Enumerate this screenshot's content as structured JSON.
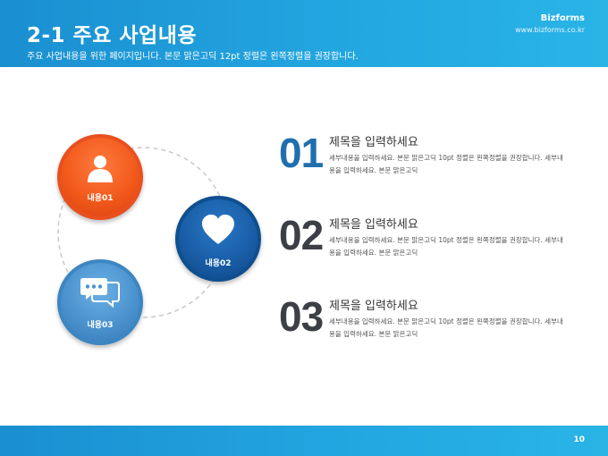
{
  "header": {
    "title": "2-1 주요 사업내용",
    "subtitle": "주요 사업내용을 위한 페이지입니다. 본문 맑은고딕 12pt 정렬은 왼쪽정렬을 권장합니다.",
    "brand": "Bizforms",
    "brand_url": "www.bizforms.co.kr"
  },
  "diagram": {
    "bubbles": [
      {
        "label": "내용01",
        "icon": "person-icon",
        "color": "#e8501f"
      },
      {
        "label": "내용02",
        "icon": "heart-icon",
        "color": "#1a5ea8"
      },
      {
        "label": "내용03",
        "icon": "chat-bubbles-icon",
        "color": "#4b93cf"
      }
    ]
  },
  "items": [
    {
      "number": "01",
      "title": "제목을 입력하세요",
      "desc": "세부내용을 입력하세요. 본문 맑은고딕 10pt 정렬은 왼쪽정렬을 권장합니다. 세부내용을 입력하세요. 본문 맑은고딕"
    },
    {
      "number": "02",
      "title": "제목을 입력하세요",
      "desc": "세부내용을 입력하세요. 본문 맑은고딕 10pt 정렬은 왼쪽정렬을 권장합니다. 세부내용을 입력하세요. 본문 맑은고딕"
    },
    {
      "number": "03",
      "title": "제목을 입력하세요",
      "desc": "세부내용을 입력하세요. 본문 맑은고딕 10pt 정렬은 왼쪽정렬을 권장합니다. 세부내용을 입력하세요. 본문 맑은고딕"
    }
  ],
  "footer": {
    "page_number": "10"
  }
}
